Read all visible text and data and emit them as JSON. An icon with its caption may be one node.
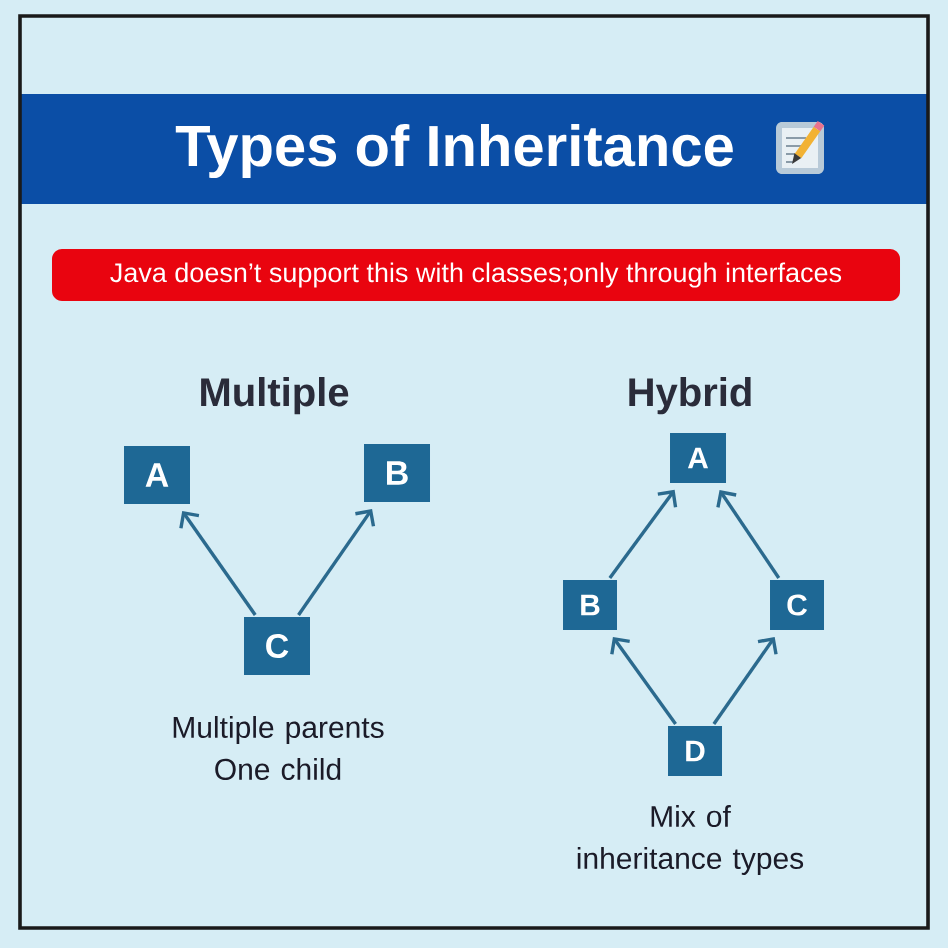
{
  "diagram": {
    "title": "Types of Inheritance",
    "nodes": [
      {
        "text": [
          "Java doesn’t support this with classes;only through interfaces"
        ]
      },
      {
        "text": [
          "A"
        ]
      },
      {
        "text": [
          "B"
        ]
      },
      {
        "text": [
          "C"
        ]
      },
      {
        "text": [
          "A"
        ]
      },
      {
        "text": [
          "B"
        ]
      },
      {
        "text": [
          "C"
        ]
      },
      {
        "text": [
          "D"
        ]
      }
    ],
    "edges": [
      {
        "from": 3,
        "to": 1,
        "arrow": "to"
      },
      {
        "from": 3,
        "to": 2,
        "arrow": "to"
      },
      {
        "from": 5,
        "to": 4,
        "arrow": "to"
      },
      {
        "from": 6,
        "to": 4,
        "arrow": "to"
      },
      {
        "from": 7,
        "to": 5,
        "arrow": "to"
      },
      {
        "from": 7,
        "to": 6,
        "arrow": "to"
      }
    ],
    "labels": [
      "Multiple",
      "Hybrid",
      "Multiple parents One child",
      "Mix of inheritance types"
    ]
  }
}
